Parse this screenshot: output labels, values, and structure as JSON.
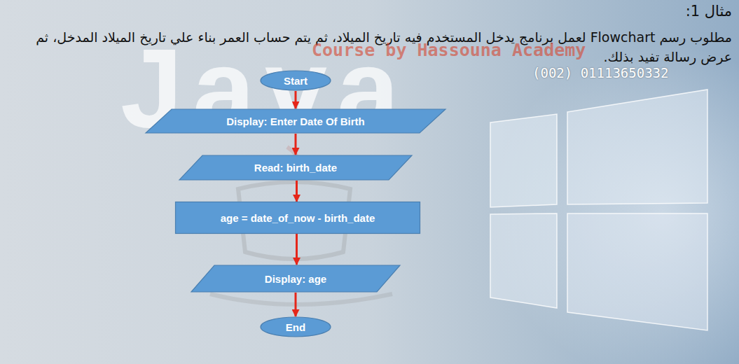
{
  "diagram": {
    "title": "مثال 1:",
    "nodes": [
      {
        "text": [
          "Start"
        ]
      },
      {
        "text": [
          "Display: Enter Date Of Birth"
        ]
      },
      {
        "text": [
          "Read: birth_date"
        ]
      },
      {
        "text": [
          "age = date_of_now - birth_date"
        ]
      },
      {
        "text": [
          "Display: age"
        ]
      },
      {
        "text": [
          "End"
        ]
      }
    ],
    "edges": [
      {
        "from": 0,
        "to": 1,
        "arrow": "to"
      },
      {
        "from": 1,
        "to": 2,
        "arrow": "to"
      },
      {
        "from": 2,
        "to": 3,
        "arrow": "to"
      },
      {
        "from": 3,
        "to": 4,
        "arrow": "to"
      },
      {
        "from": 4,
        "to": 5,
        "arrow": "to"
      }
    ],
    "labels": [
      "مطلوب رسم Flowchart لعمل برنامج يدخل المستخدم فيه تاريخ الميلاد، ثم يتم حساب العمر بناء علي تاريخ الميلاد المدخل، ثم عرض رسالة تفيد بذلك.",
      "Course by Hassouna Academy",
      "(002) 01113650332",
      "Java"
    ]
  }
}
